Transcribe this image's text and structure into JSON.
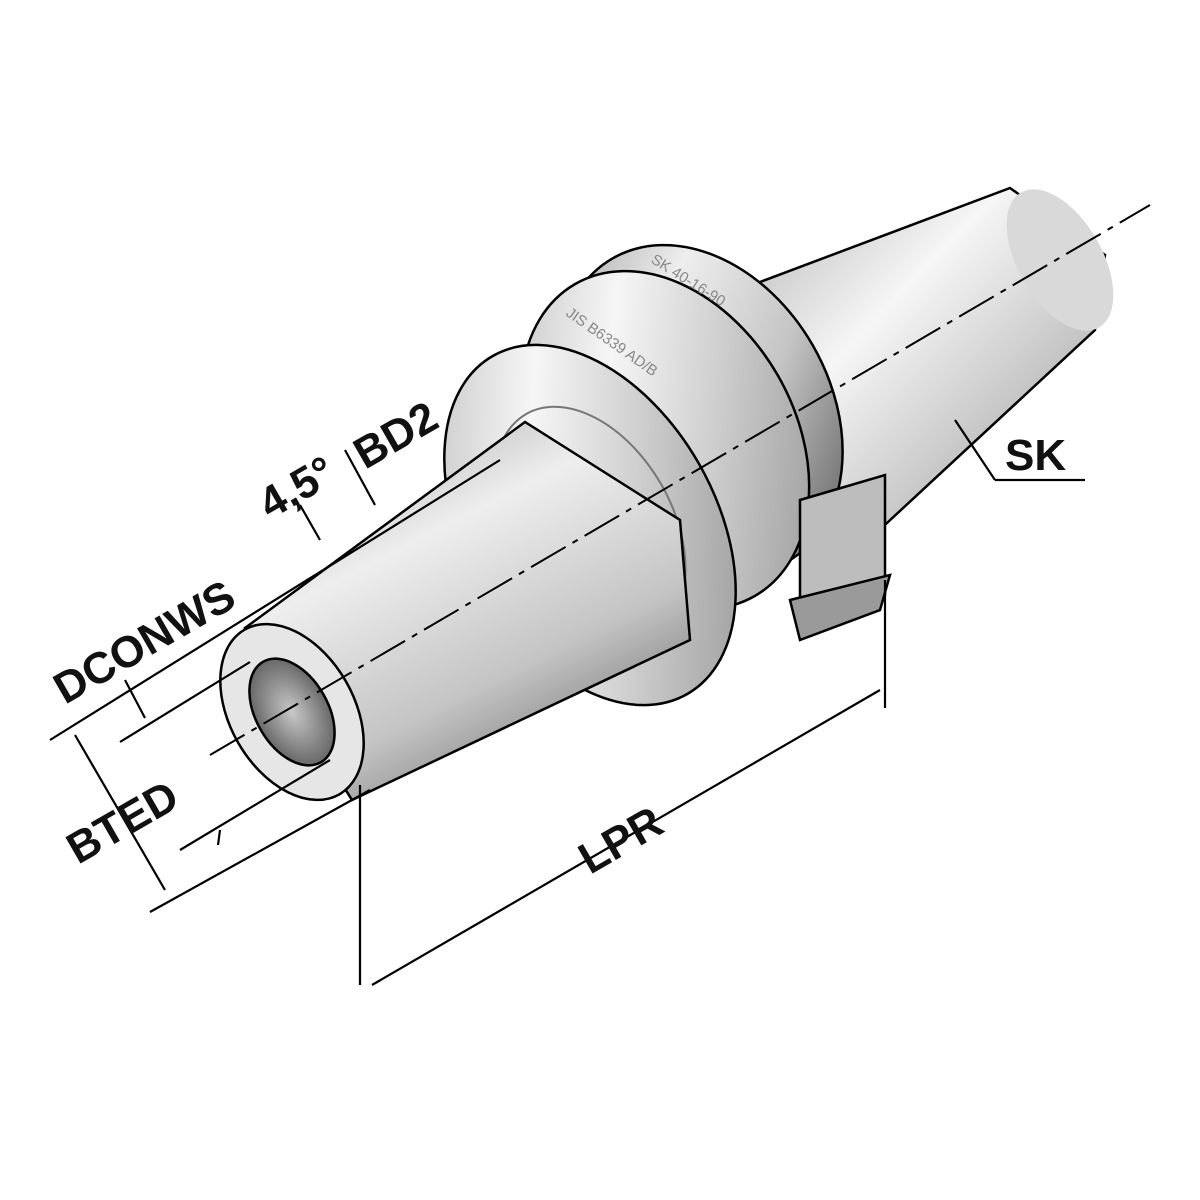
{
  "labels": {
    "angle": "4,5°",
    "bd2": "BD2",
    "dconws": "DCONWS",
    "bted": "BTED",
    "lpr": "LPR",
    "sk": "SK"
  },
  "engravings": {
    "type": "SK 40-16-90",
    "standard": "JIS B6339 AD/B"
  },
  "colors": {
    "metal_light": "#f4f4f4",
    "metal_dark": "#8a8a8a",
    "line": "#000000"
  }
}
